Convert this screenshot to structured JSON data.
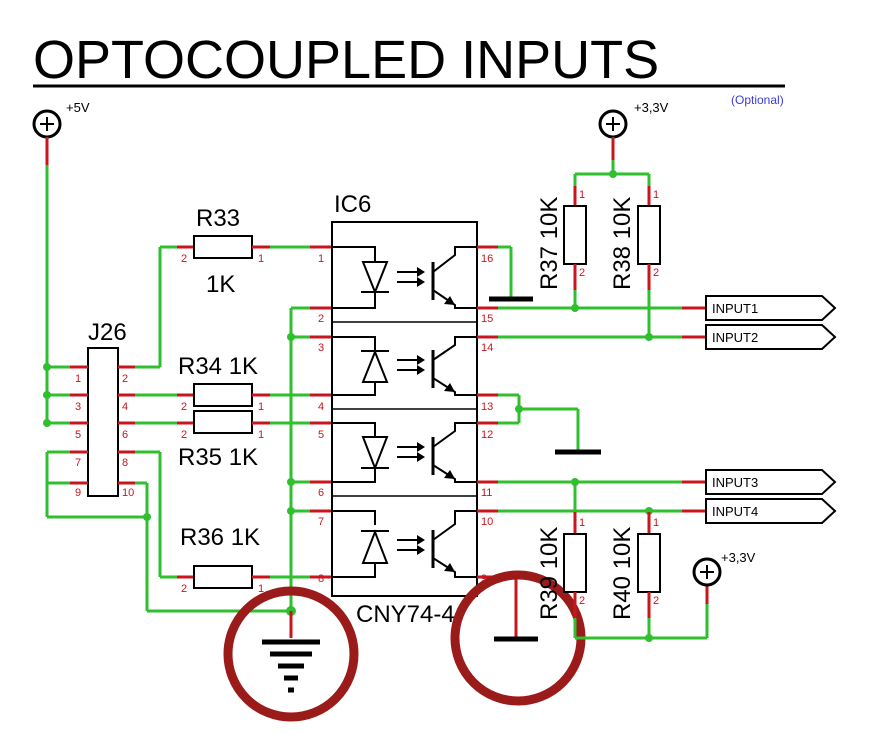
{
  "title": "OPTOCOUPLED INPUTS",
  "optional_note": "(Optional)",
  "power": {
    "plus5": "+5V",
    "plus33_top": "+3,3V",
    "plus33_bottom": "+3,3V"
  },
  "ic": {
    "name": "IC6",
    "part": "CNY74-4"
  },
  "connector": {
    "name": "J26",
    "pins": [
      "1",
      "2",
      "3",
      "4",
      "5",
      "6",
      "7",
      "8",
      "9",
      "10"
    ]
  },
  "resistors": {
    "r33": {
      "name": "R33",
      "value": "1K"
    },
    "r34": {
      "label": "R34 1K"
    },
    "r35": {
      "label": "R35 1K"
    },
    "r36": {
      "label": "R36 1K"
    },
    "r37": {
      "label": "R37 10K"
    },
    "r38": {
      "label": "R38 10K"
    },
    "r39": {
      "label": "R39 10K"
    },
    "r40": {
      "label": "R40 10K"
    }
  },
  "outputs": [
    "INPUT1",
    "INPUT2",
    "INPUT3",
    "INPUT4"
  ],
  "ic_pins": {
    "left": [
      "1",
      "2",
      "3",
      "4",
      "5",
      "6",
      "7",
      "8"
    ],
    "right": [
      "16",
      "15",
      "14",
      "13",
      "12",
      "11",
      "10",
      "9"
    ]
  },
  "resistor_pins": {
    "one": "1",
    "two": "2"
  },
  "highlight_color": "#9b1b1b",
  "wire_color": "#2fbf2f",
  "pin_color": "#c8161e"
}
